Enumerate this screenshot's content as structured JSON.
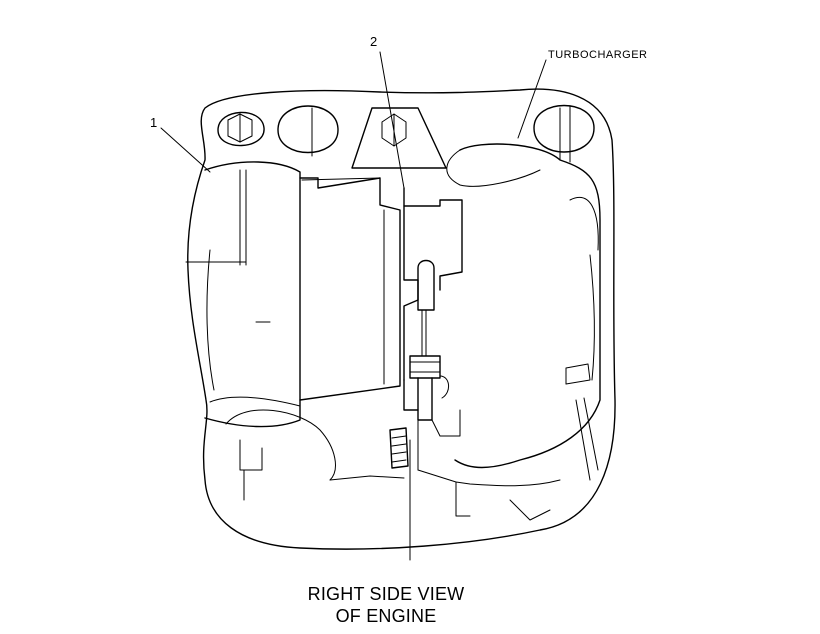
{
  "callouts": {
    "item_1": "1",
    "item_2": "2",
    "turbocharger": "TURBOCHARGER"
  },
  "caption": {
    "line_1": "RIGHT SIDE VIEW",
    "line_2": "OF ENGINE"
  }
}
